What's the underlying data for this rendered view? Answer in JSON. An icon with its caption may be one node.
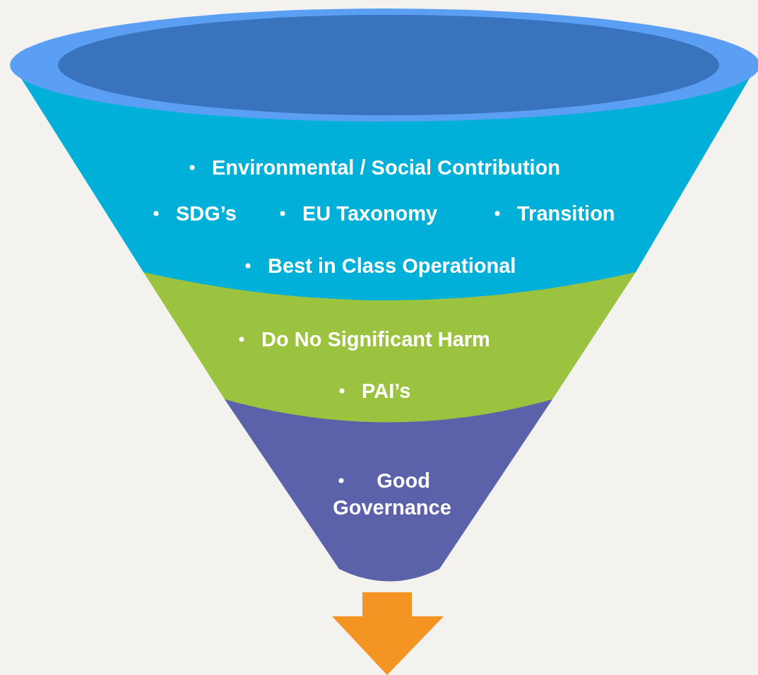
{
  "diagram": {
    "nodes": [
      {
        "text": [
          "Environmental / Social Contribution",
          "SDG’s",
          "EU Taxonomy",
          "Transition",
          "Best in Class Operational"
        ]
      },
      {
        "text": [
          "Do No Significant Harm",
          "PAI’s"
        ]
      },
      {
        "text": [
          "Good Governance"
        ]
      }
    ]
  }
}
